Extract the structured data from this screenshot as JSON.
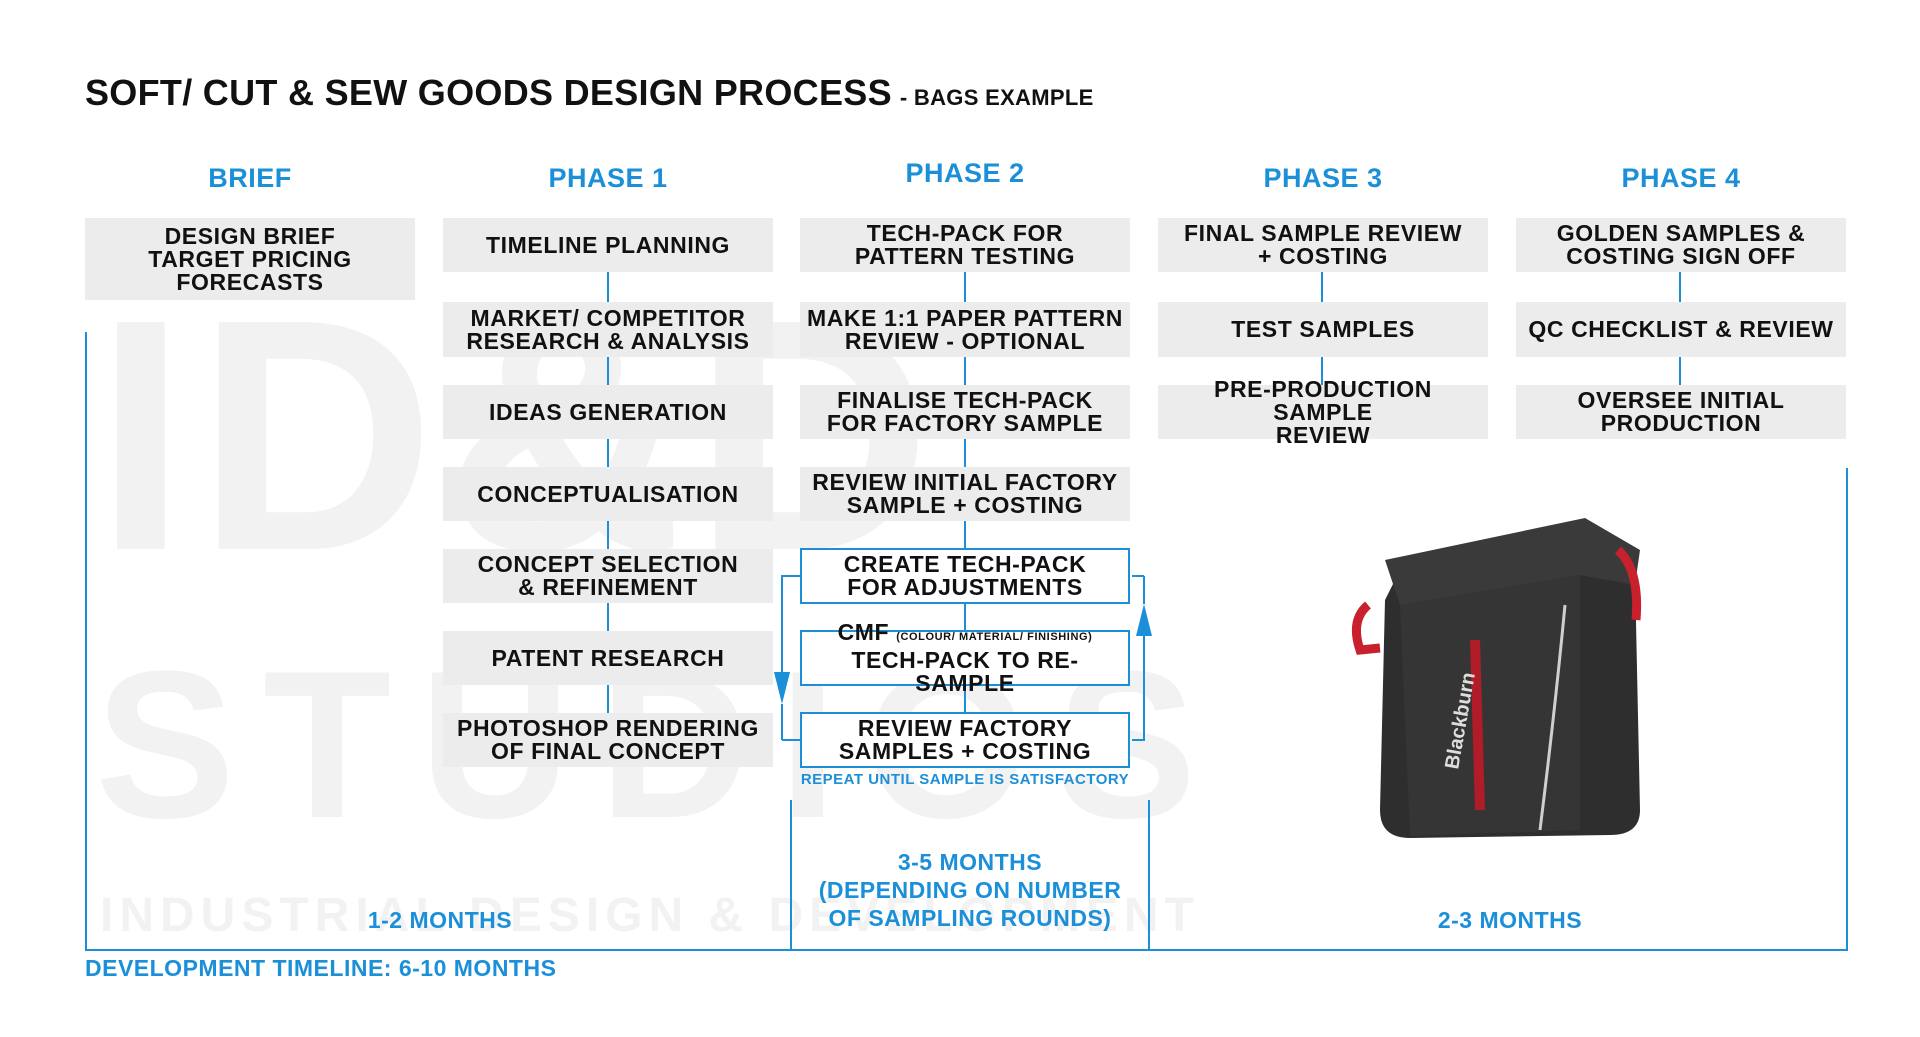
{
  "title": "SOFT/ CUT & SEW GOODS DESIGN PROCESS",
  "subtitle": "- BAGS EXAMPLE",
  "phases": {
    "brief": {
      "label": "BRIEF",
      "boxes": [
        "DESIGN BRIEF\nTARGET PRICING\nFORECASTS"
      ]
    },
    "phase1": {
      "label": "PHASE 1",
      "boxes": [
        "TIMELINE PLANNING",
        "MARKET/ COMPETITOR\nRESEARCH & ANALYSIS",
        "IDEAS GENERATION",
        "CONCEPTUALISATION",
        "CONCEPT SELECTION\n& REFINEMENT",
        "PATENT RESEARCH",
        "PHOTOSHOP RENDERING\nOF FINAL CONCEPT"
      ]
    },
    "phase2": {
      "label": "PHASE 2",
      "boxes": [
        "TECH-PACK FOR\nPATTERN TESTING",
        "MAKE 1:1 PAPER PATTERN\nREVIEW - OPTIONAL",
        "FINALISE TECH-PACK\nFOR FACTORY SAMPLE",
        "REVIEW INITIAL FACTORY\nSAMPLE + COSTING",
        "CREATE TECH-PACK\nFOR ADJUSTMENTS",
        "CMF",
        "TECH-PACK TO RE-SAMPLE",
        "REVIEW FACTORY\nSAMPLES + COSTING"
      ],
      "cmf_note": "(COLOUR/ MATERIAL/ FINISHING)",
      "repeat_note": "REPEAT UNTIL SAMPLE IS SATISFACTORY"
    },
    "phase3": {
      "label": "PHASE 3",
      "boxes": [
        "FINAL SAMPLE REVIEW\n+   COSTING",
        "TEST SAMPLES",
        "PRE-PRODUCTION SAMPLE\nREVIEW"
      ]
    },
    "phase4": {
      "label": "PHASE 4",
      "boxes": [
        "GOLDEN SAMPLES &\nCOSTING SIGN OFF",
        "QC CHECKLIST & REVIEW",
        "OVERSEE INITIAL\nPRODUCTION"
      ]
    }
  },
  "durations": {
    "brief_phase1": "1-2 MONTHS",
    "phase2": "3-5 MONTHS\n(DEPENDING ON NUMBER\nOF SAMPLING ROUNDS)",
    "phase3_4": "2-3 MONTHS"
  },
  "timeline_total": "DEVELOPMENT TIMELINE: 6-10 MONTHS",
  "product_image": {
    "brand": "Blackburn",
    "description": "dark grey waterproof pannier bag with red zips"
  },
  "colors": {
    "accent": "#1b8fd8",
    "box": "#ececec",
    "text": "#111111"
  }
}
